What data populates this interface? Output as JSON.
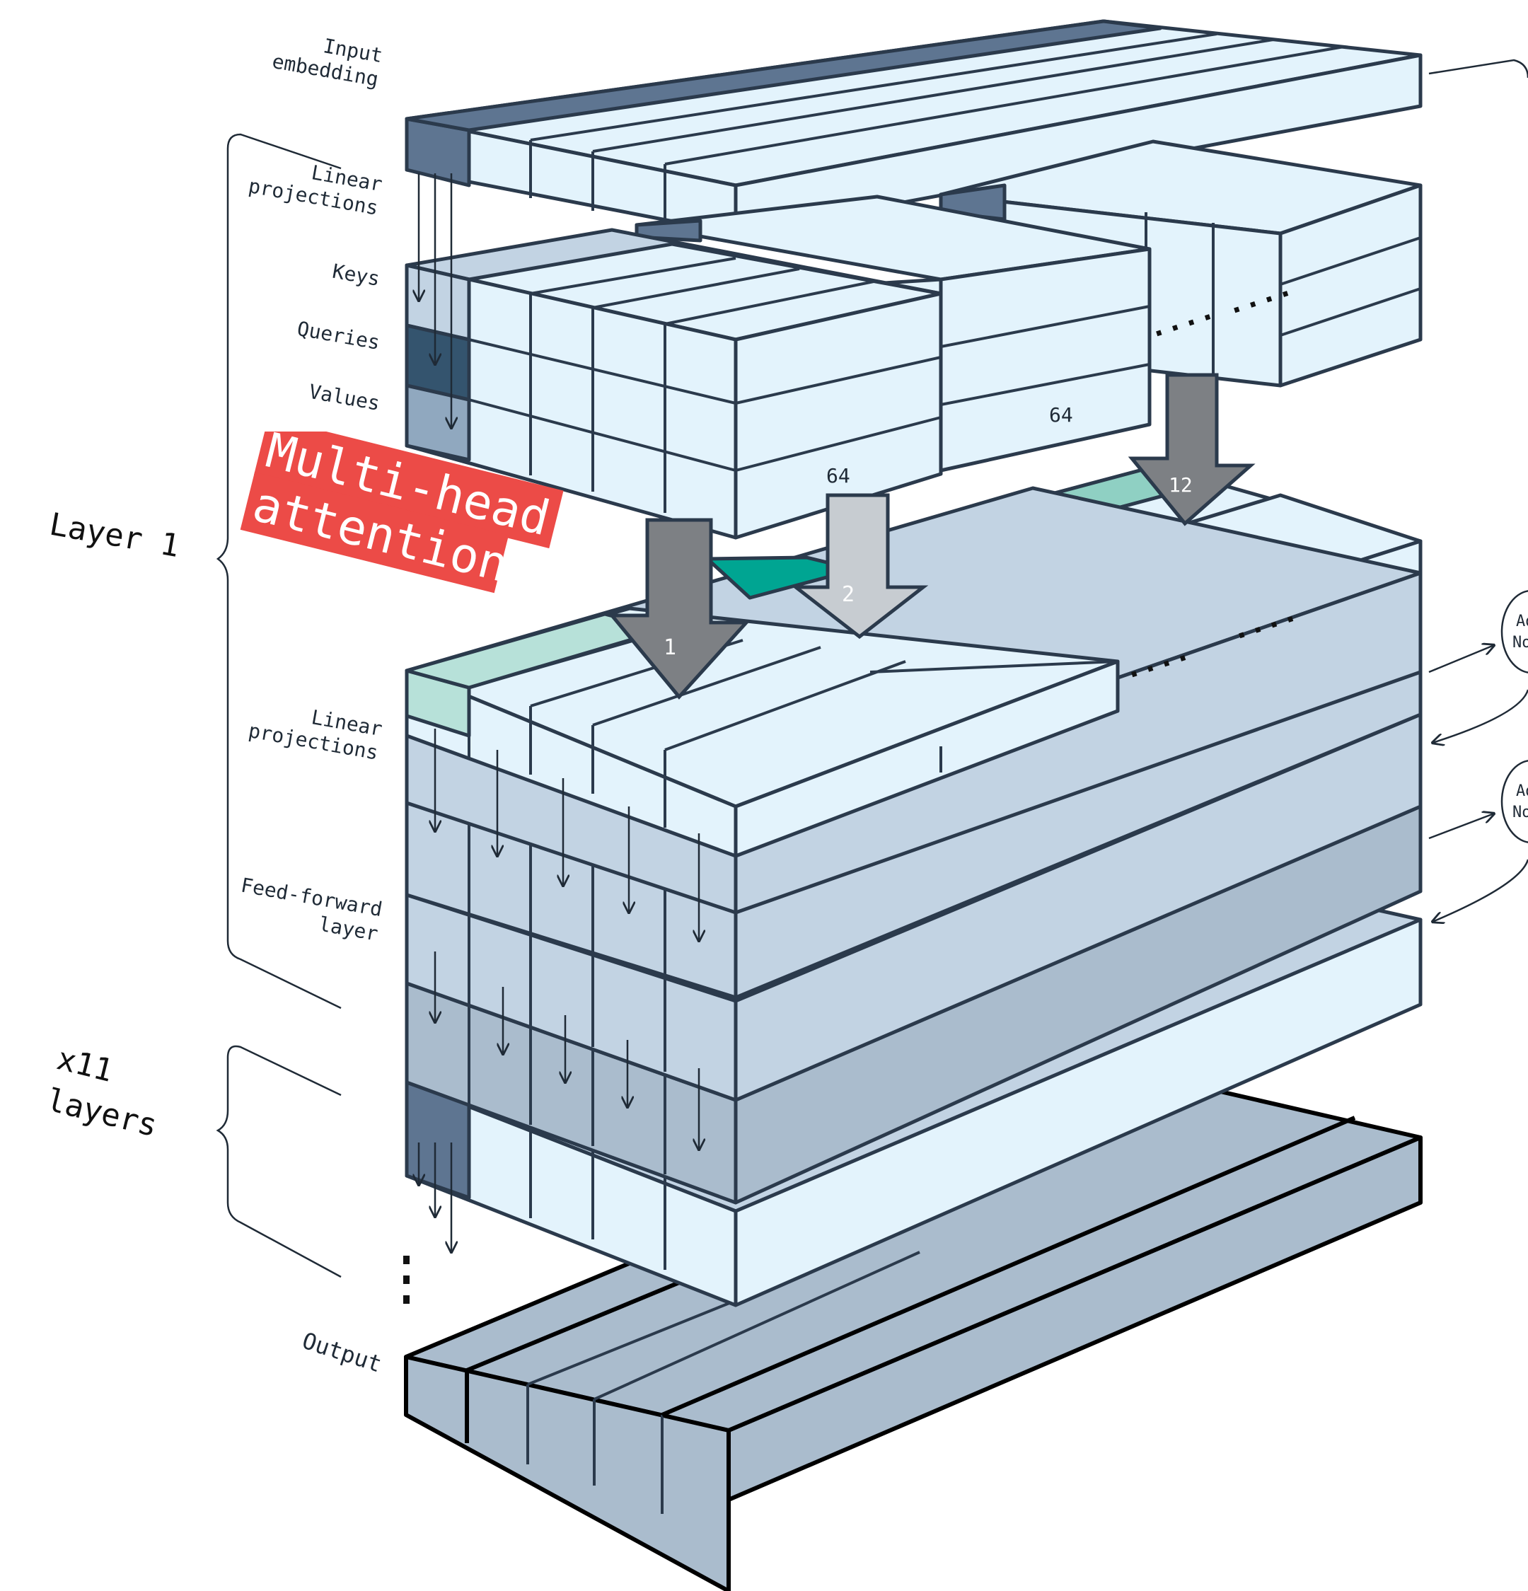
{
  "labels": {
    "input_embedding": [
      "Input",
      "embedding"
    ],
    "linear_projections_top": [
      "Linear",
      "projections"
    ],
    "keys": "Keys",
    "queries": "Queries",
    "values": "Values",
    "linear_projections_mid": [
      "Linear",
      "projections"
    ],
    "feed_forward": [
      "Feed-forward",
      "layer"
    ],
    "output": "Output",
    "layer_1": "Layer 1",
    "x11_layers": [
      "x11",
      "layers"
    ],
    "multi_head_attention": [
      "Multi-head",
      "attention"
    ],
    "head_dim_front": "64",
    "head_dim_back": "64",
    "add_norm_1": [
      "Ad",
      "No"
    ],
    "add_norm_2": [
      "Ad",
      "No"
    ]
  },
  "heads": {
    "arrow_1": "1",
    "arrow_2": "2",
    "arrow_12": "12",
    "ellipsis": "...."
  },
  "colors": {
    "light": "#e3f3fc",
    "pale": "#c2d3e3",
    "mid": "#aabccd",
    "dark": "#5e7591",
    "teal": "#8fd0c3",
    "teal_light": "#b7e1d9",
    "teal_strip": "#00a592",
    "stroke": "#2b3a4c",
    "banner": "#ec4b47",
    "arrow_dark": "#7d8084",
    "arrow_light": "#c7ccd1"
  }
}
